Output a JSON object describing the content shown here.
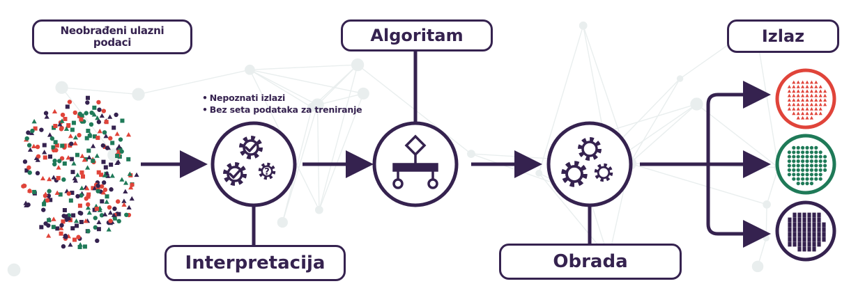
{
  "labels": {
    "input": "Neobrađeni ulazni podaci",
    "algorithm": "Algoritam",
    "output": "Izlaz",
    "interpretation": "Interpretacija",
    "processing": "Obrada"
  },
  "notes": [
    "Nepoznati izlazi",
    "Bez seta podataka za treniranje"
  ],
  "icons": {
    "interpretation": "gears-check-question-icon",
    "algorithm": "decision-flowchart-icon",
    "processing": "gears-icon",
    "outputs": [
      "red-triangle-cluster-icon",
      "green-dot-cluster-icon",
      "purple-square-cluster-icon"
    ]
  },
  "colors": {
    "primary": "#35224f",
    "red": "#e0443a",
    "green": "#1f7a58",
    "purple": "#35224f",
    "background_network": "#e9eeee"
  }
}
